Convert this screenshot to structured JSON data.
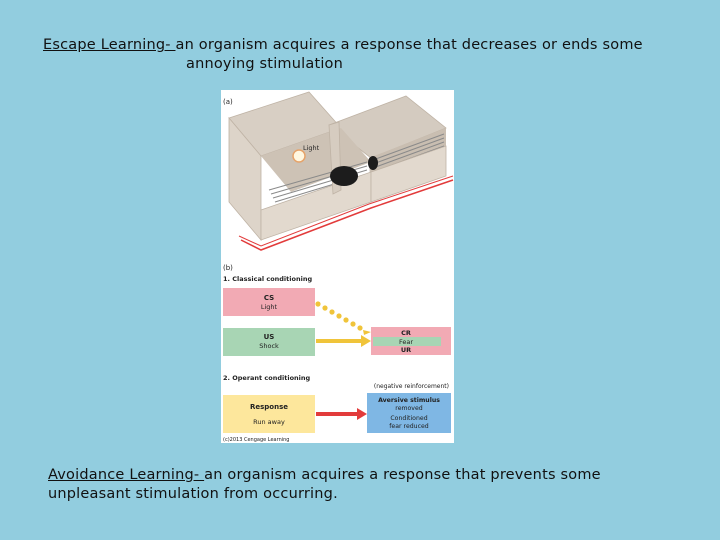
{
  "escape": {
    "term": "Escape Learning- ",
    "definition_line1": "an organism acquires a response that decreases or ends some",
    "definition_line2": "annoying stimulation"
  },
  "avoidance": {
    "term": "Avoidance Learning- ",
    "definition_line1": " an organism acquires a response that prevents some",
    "definition_line2": "unpleasant stimulation from occurring."
  },
  "figure": {
    "panel_a_label": "(a)",
    "light_label": "Light",
    "panel_b_label": "(b)",
    "section1_title": "1. Classical conditioning",
    "cs_title": "CS",
    "cs_sub": "Light",
    "us_title": "US",
    "us_sub": "Shock",
    "cr_title": "CR",
    "cr_sub": "Fear",
    "ur_label": "UR",
    "section2_title": "2. Operant conditioning",
    "neg_reinforcement": "(negative reinforcement)",
    "response_title": "Response",
    "response_sub": "Run away",
    "aversive_line1": "Aversive stimulus",
    "aversive_line2": "removed",
    "conditioned_line1": "Conditioned",
    "conditioned_line2": "fear reduced",
    "copyright": "(c)2013 Cengage Learning"
  },
  "colors": {
    "background": "#92cddf",
    "cs_box": "#f2aab4",
    "us_box": "#a8d5b4",
    "response_box": "#fde79c",
    "aversive_box": "#7fb7e4",
    "arrow": "#e23b3b"
  }
}
